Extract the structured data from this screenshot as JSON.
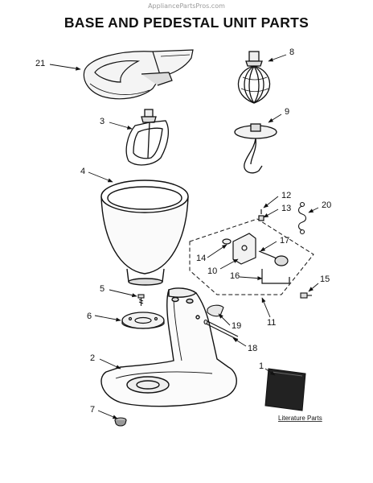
{
  "watermark": "AppliancePartsPros.com",
  "title": "BASE AND PEDESTAL UNIT PARTS",
  "callouts": {
    "p1": "1",
    "p2": "2",
    "p3": "3",
    "p4": "4",
    "p5": "5",
    "p6": "6",
    "p7": "7",
    "p8": "8",
    "p9": "9",
    "p10": "10",
    "p11": "11",
    "p12": "12",
    "p13": "13",
    "p14": "14",
    "p15": "15",
    "p16": "16",
    "p17": "17",
    "p18": "18",
    "p19": "19",
    "p20": "20",
    "p21": "21"
  },
  "literature_label": "Literature Parts"
}
